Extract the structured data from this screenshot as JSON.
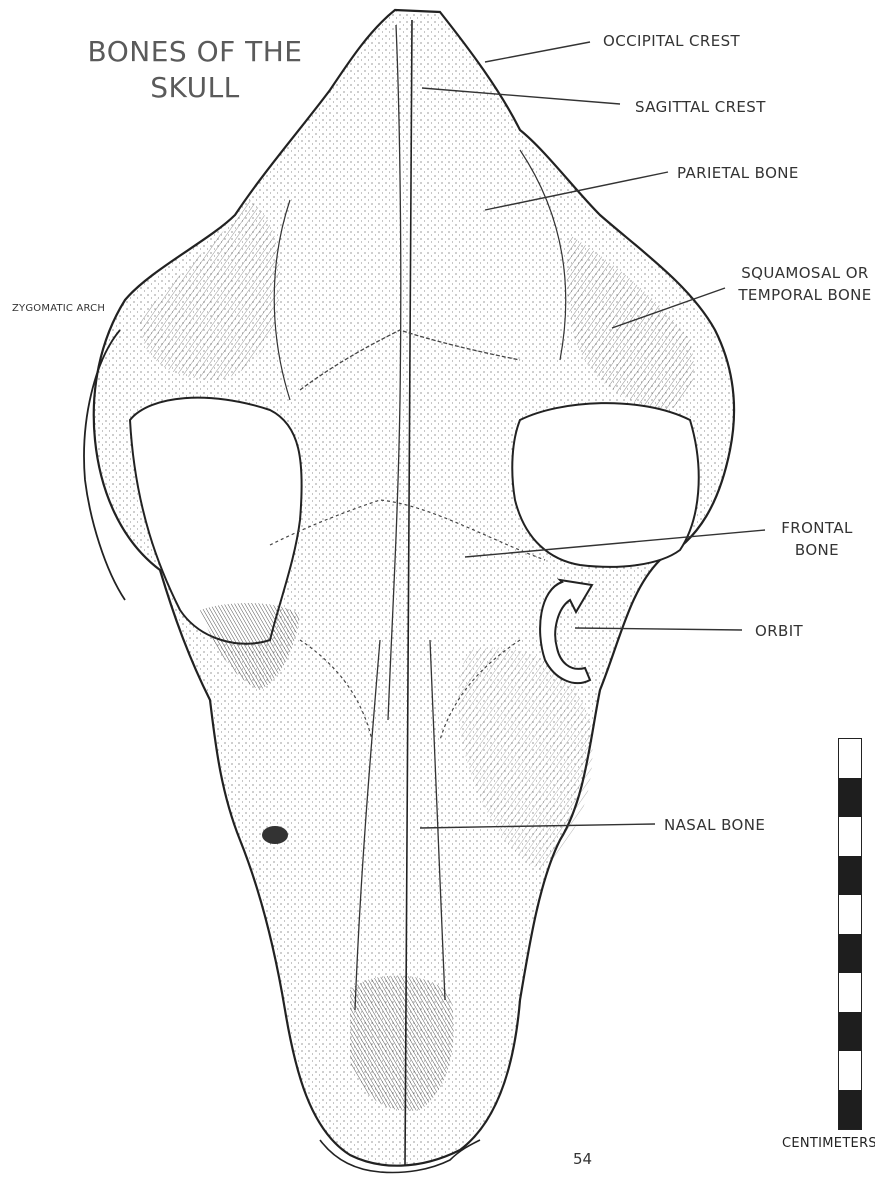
{
  "title": "BONES OF THE SKULL",
  "labels": {
    "occipital_crest": "OCCIPITAL CREST",
    "sagittal_crest": "SAGITTAL CREST",
    "parietal_bone": "PARIETAL BONE",
    "squamosal": "SQUAMOSAL OR TEMPORAL BONE",
    "zygomatic_arch": "ZYGOMATIC ARCH",
    "frontal_bone": "FRONTAL BONE",
    "orbit": "ORBIT",
    "nasal_bone": "NASAL BONE"
  },
  "page_number": "54",
  "scale": {
    "caption": "CENTIMETERS",
    "segments": [
      "light",
      "dark",
      "light",
      "dark",
      "light",
      "dark",
      "light",
      "dark",
      "light",
      "dark"
    ]
  }
}
